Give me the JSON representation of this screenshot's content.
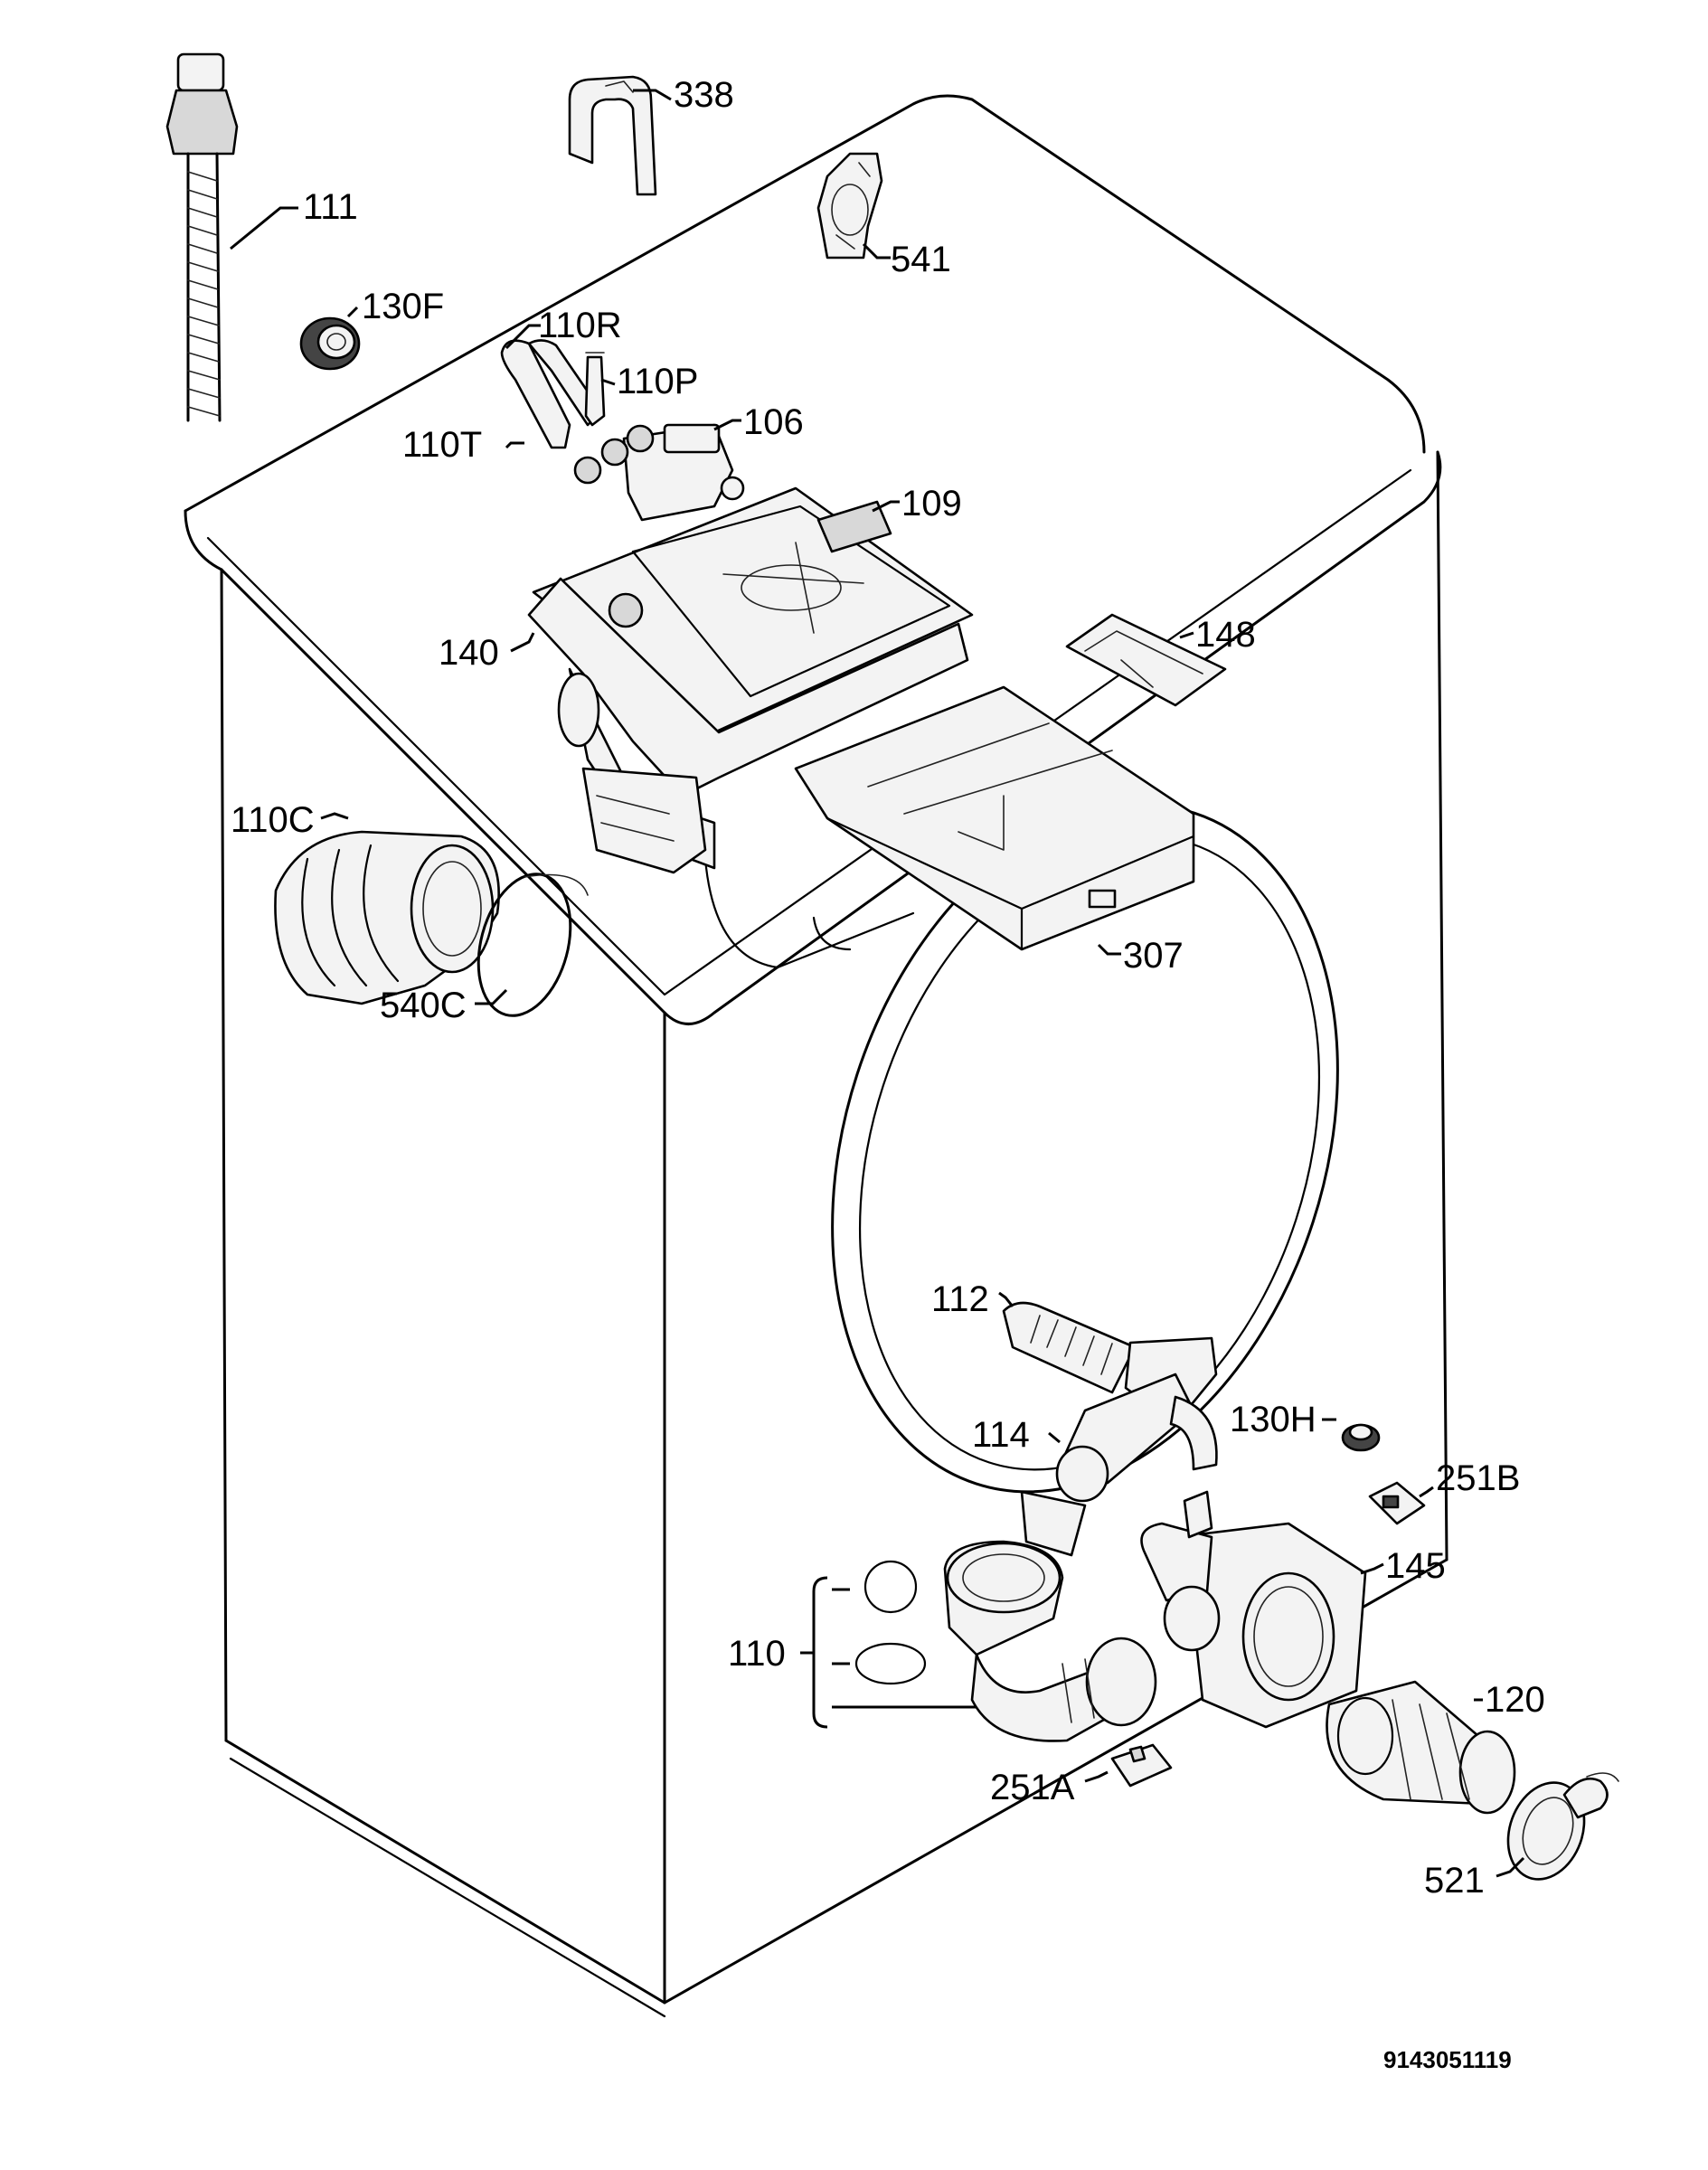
{
  "document_id": "9143051119",
  "callouts": [
    {
      "id": "111",
      "text": "111"
    },
    {
      "id": "338",
      "text": "338"
    },
    {
      "id": "541",
      "text": "541"
    },
    {
      "id": "130F",
      "text": "130F"
    },
    {
      "id": "110R",
      "text": "110R"
    },
    {
      "id": "110P",
      "text": "110P"
    },
    {
      "id": "110T",
      "text": "110T"
    },
    {
      "id": "106",
      "text": "106"
    },
    {
      "id": "109",
      "text": "109"
    },
    {
      "id": "140",
      "text": "140"
    },
    {
      "id": "148",
      "text": "148"
    },
    {
      "id": "110C",
      "text": "110C"
    },
    {
      "id": "307",
      "text": "307"
    },
    {
      "id": "540C",
      "text": "540C"
    },
    {
      "id": "112",
      "text": "112"
    },
    {
      "id": "114",
      "text": "114"
    },
    {
      "id": "130H",
      "text": "130H"
    },
    {
      "id": "251B",
      "text": "251B"
    },
    {
      "id": "145",
      "text": "145"
    },
    {
      "id": "110",
      "text": "110"
    },
    {
      "id": "120",
      "text": "120"
    },
    {
      "id": "251A",
      "text": "251A"
    },
    {
      "id": "521",
      "text": "521"
    }
  ]
}
